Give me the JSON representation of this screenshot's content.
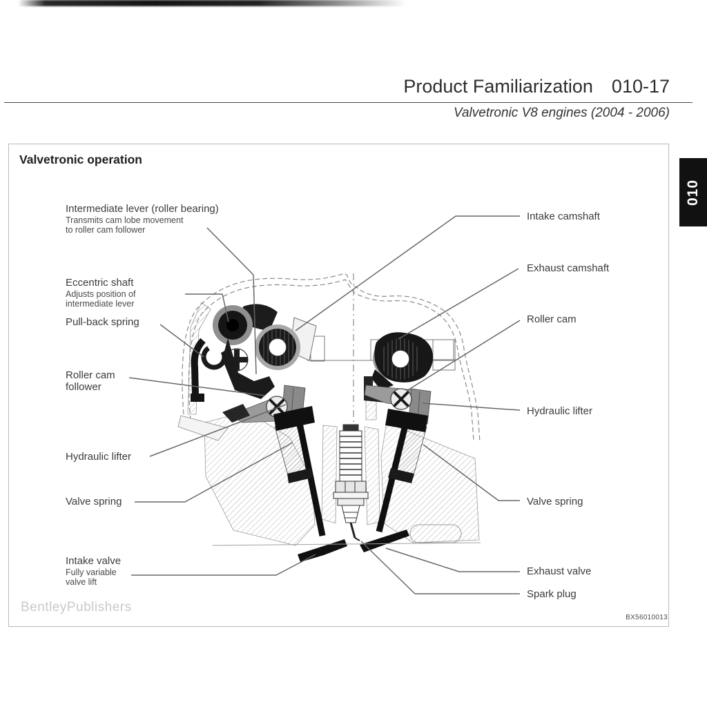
{
  "page": {
    "header_title": "Product Familiarization",
    "header_page": "010-17",
    "header_subtitle": "Valvetronic V8 engines (2004 - 2006)",
    "section_tab": "010",
    "watermark": "BentleyPublishers",
    "figure_code": "BX56010013"
  },
  "figure": {
    "title": "Valvetronic operation",
    "labels_left": [
      {
        "title": "Intermediate lever (roller bearing)",
        "sub": "Transmits cam lobe movement\nto roller cam follower"
      },
      {
        "title": "Eccentric shaft",
        "sub": "Adjusts position of\nintermediate lever"
      },
      {
        "title": "Pull-back spring",
        "sub": ""
      },
      {
        "title": "Roller cam\nfollower",
        "sub": ""
      },
      {
        "title": "Hydraulic lifter",
        "sub": ""
      },
      {
        "title": "Valve spring",
        "sub": ""
      },
      {
        "title": "Intake valve",
        "sub": "Fully variable\nvalve lift"
      }
    ],
    "labels_right": [
      {
        "title": "Intake camshaft"
      },
      {
        "title": "Exhaust camshaft"
      },
      {
        "title": "Roller cam"
      },
      {
        "title": "Hydraulic lifter"
      },
      {
        "title": "Valve spring"
      },
      {
        "title": "Exhaust valve"
      },
      {
        "title": "Spark plug"
      }
    ]
  },
  "colors": {
    "tab_bg": "#111111",
    "tab_text": "#ffffff",
    "leader_line": "#666666",
    "box_border": "#b8b8b8",
    "label_text": "#3b3b3b",
    "watermark": "#c9c9c9"
  }
}
